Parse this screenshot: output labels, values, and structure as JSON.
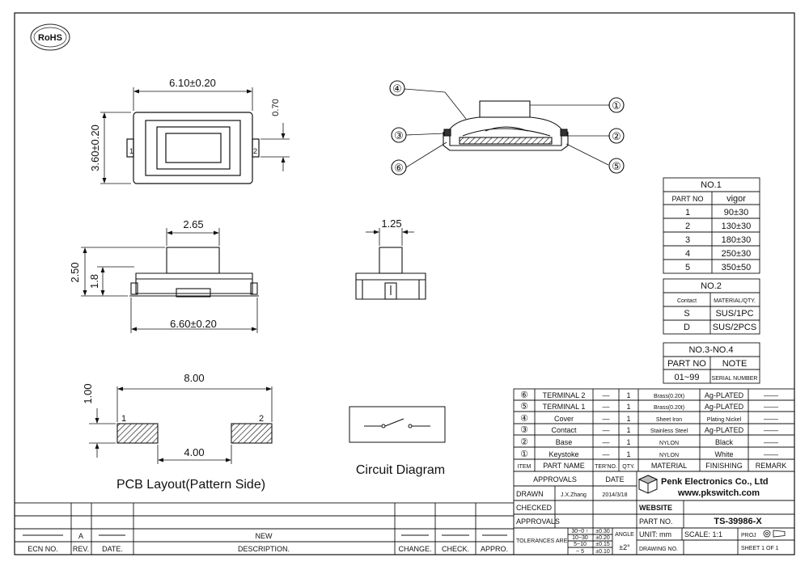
{
  "logo": {
    "text": "RoHS"
  },
  "top_view": {
    "width": "6.10±0.20",
    "height": "3.60±0.20",
    "terminal": "0.70",
    "pin1": "1",
    "pin2": "2"
  },
  "detail_view": {
    "callouts": [
      "④",
      "①",
      "③",
      "②",
      "⑥",
      "⑤"
    ]
  },
  "front_view": {
    "button_width": "2.65",
    "height": "2.50",
    "body_height": "1.8",
    "base_width": "6.60±0.20"
  },
  "side_view": {
    "button_width": "1.25"
  },
  "pcb_layout": {
    "pitch": "8.00",
    "pad_height": "1.00",
    "gap": "4.00",
    "pad1": "1",
    "pad2": "2",
    "caption": "PCB Layout(Pattern Side)"
  },
  "circuit": {
    "caption": "Circuit  Diagram"
  },
  "table_no1": {
    "title": "NO.1",
    "headers": [
      "PART  NO",
      "vigor"
    ],
    "rows": [
      [
        "1",
        "90±30"
      ],
      [
        "2",
        "130±30"
      ],
      [
        "3",
        "180±30"
      ],
      [
        "4",
        "250±30"
      ],
      [
        "5",
        "350±50"
      ]
    ]
  },
  "table_no2": {
    "title": "NO.2",
    "headers": [
      "Contact",
      "MATERIAL/QTY."
    ],
    "rows": [
      [
        "S",
        "SUS/1PC"
      ],
      [
        "D",
        "SUS/2PCS"
      ]
    ]
  },
  "table_no34": {
    "title": "NO.3-NO.4",
    "headers": [
      "PART  NO",
      "NOTE"
    ],
    "rows": [
      [
        "01~99",
        "SERIAL NUMBER"
      ]
    ]
  },
  "bom": {
    "rows": [
      [
        "⑥",
        "TERMINAL 2",
        "—",
        "1",
        "Brass(0.20t)",
        "Ag-PLATED",
        "——"
      ],
      [
        "⑤",
        "TERMINAL 1",
        "—",
        "1",
        "Brass(0.20t)",
        "Ag-PLATED",
        "——"
      ],
      [
        "④",
        "Cover",
        "—",
        "1",
        "Sheet Iron",
        "Plating Nickel",
        "——"
      ],
      [
        "③",
        "Contact",
        "—",
        "1",
        "Stainless Steel",
        "Ag-PLATED",
        "——"
      ],
      [
        "②",
        "Base",
        "—",
        "1",
        "NYLON",
        "Black",
        "——"
      ],
      [
        "①",
        "Keystoke",
        "—",
        "1",
        "NYLON",
        "White",
        "——"
      ]
    ],
    "headers": [
      "ITEM",
      "PART NAME",
      "TER'NO.",
      "QTY.",
      "MATERIAL",
      "FINISHING",
      "REMARK"
    ]
  },
  "title_block": {
    "approvals": "APPROVALS",
    "date": "DATE",
    "drawn": "DRAWN",
    "drawn_by": "J.X.Zhang",
    "drawn_date": "2014/3/18",
    "checked": "CHECKED",
    "approvals2": "APPROVALS",
    "company": "Penk Electronics Co., Ltd",
    "url": "www.pkswitch.com",
    "website": "WEBSITE",
    "part_no_label": "PART NO.",
    "part_no": "TS-39986-X",
    "tolerances": "TOLERANCES ARE",
    "tol_ranges": [
      "30~0 ↑",
      "10~30",
      "5~10",
      "~ 5"
    ],
    "tol_values": [
      "±0.30",
      "±0.20",
      "±0.15",
      "±0.10"
    ],
    "angle": "ANGLE",
    "angle_value": "±2°",
    "unit": "UNIT: mm",
    "scale": "SCALE:  1:1",
    "proj": "PROJ",
    "drawing_no": "DRAWING NO.",
    "sheet": "SHEET  1  OF  1"
  },
  "revision": {
    "rev": "A",
    "new": "NEW",
    "headers": [
      "ECN NO.",
      "REV.",
      "DATE.",
      "DESCRIPTION.",
      "CHANGE.",
      "CHECK.",
      "APPRO."
    ]
  }
}
